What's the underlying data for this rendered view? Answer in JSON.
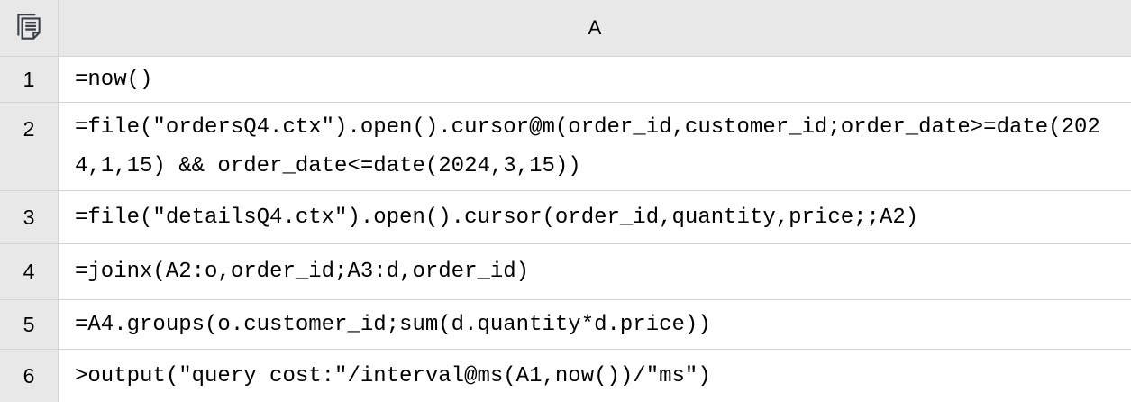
{
  "grid": {
    "column_header": "A",
    "rows": [
      {
        "num": "1",
        "code": "=now()"
      },
      {
        "num": "2",
        "code": "=file(\"ordersQ4.ctx\").open().cursor@m(order_id,customer_id;order_date>=date(2024,1,15) && order_date<=date(2024,3,15))"
      },
      {
        "num": "3",
        "code": "=file(\"detailsQ4.ctx\").open().cursor(order_id,quantity,price;;A2)"
      },
      {
        "num": "4",
        "code": "=joinx(A2:o,order_id;A3:d,order_id)"
      },
      {
        "num": "5",
        "code": "=A4.groups(o.customer_id;sum(d.quantity*d.price))"
      },
      {
        "num": "6",
        "code": ">output(\"query cost:\"/interval@ms(A1,now())/\"ms\")"
      }
    ]
  },
  "icons": {
    "corner": "document-pages-icon"
  },
  "colors": {
    "header_bg": "#e8e8e8",
    "grid_line": "#d4d4d4",
    "code_text": "#000000",
    "icon": "#3b4148"
  }
}
